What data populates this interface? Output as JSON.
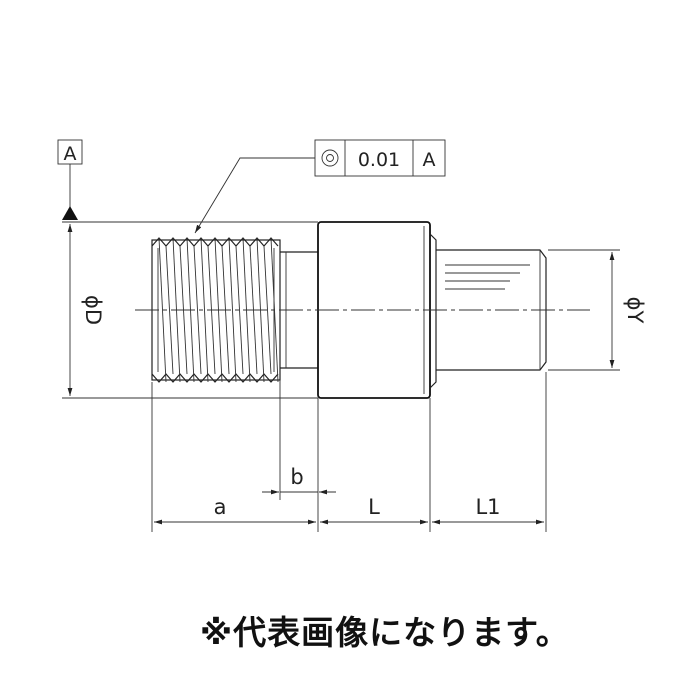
{
  "datum": {
    "label": "A"
  },
  "tolerance": {
    "symbol": "◎",
    "value": "0.01",
    "datum": "A"
  },
  "dimensions": {
    "diameter_d": "ϕD",
    "diameter_y": "ϕY",
    "a": "a",
    "b": "b",
    "L": "L",
    "L1": "L1"
  },
  "note": "※代表画像になります。",
  "colors": {
    "line": "#222222",
    "background": "#ffffff"
  }
}
